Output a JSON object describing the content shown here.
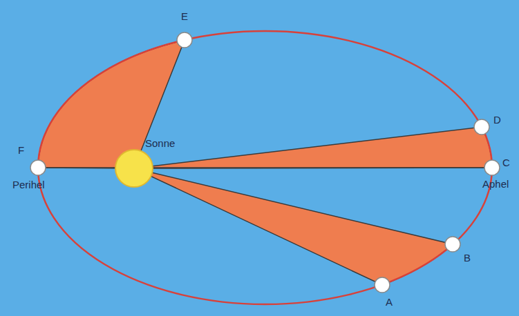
{
  "diagram": {
    "labels": [
      "E",
      "F",
      "Sonne",
      "D",
      "C",
      "Perihel",
      "Aphel",
      "B",
      "A"
    ]
  }
}
